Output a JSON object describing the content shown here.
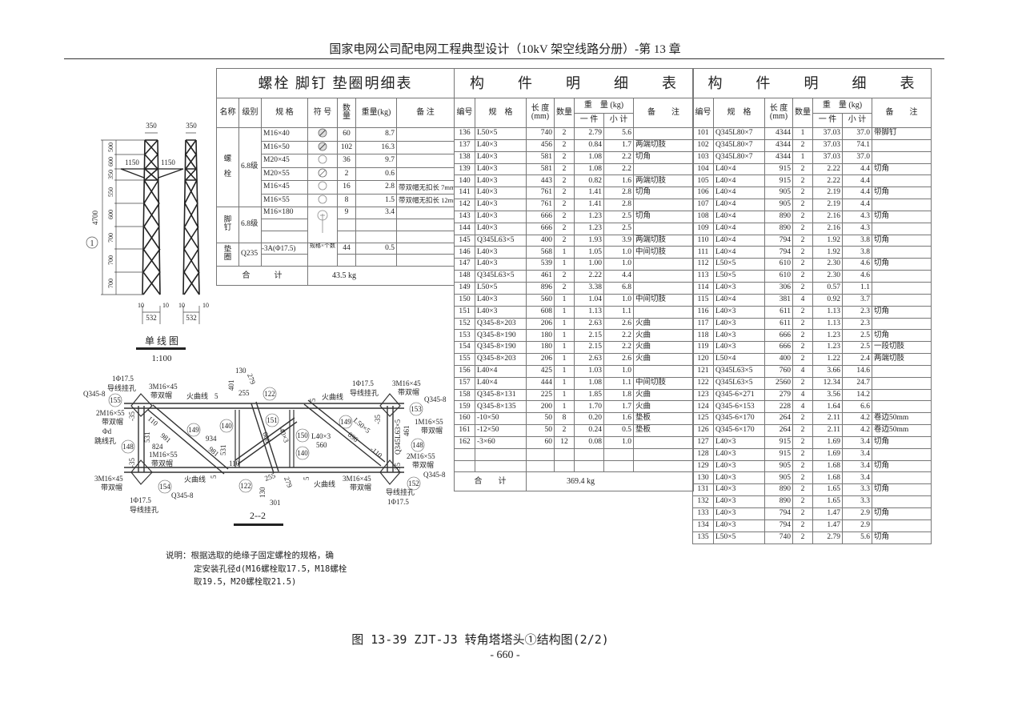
{
  "header": "国家电网公司配电网工程典型设计（10kV 架空线路分册）-第 13 章",
  "bolt_table": {
    "title": "螺栓 脚钉 垫圈明细表",
    "headers": [
      "名称",
      "级别",
      "规 格",
      "符 号",
      "数量",
      "重量(kg)",
      "备 注"
    ],
    "groups": [
      {
        "name": "螺\n\n栓",
        "grade": "6.8级",
        "rows": [
          [
            "M16×40",
            "60",
            "8.7",
            ""
          ],
          [
            "M16×50",
            "102",
            "16.3",
            ""
          ],
          [
            "M20×45",
            "36",
            "9.7",
            ""
          ],
          [
            "M20×55",
            "2",
            "0.6",
            ""
          ],
          [
            "M16×45",
            "16",
            "2.8",
            "带双帽无扣长 7mm"
          ],
          [
            "M16×55",
            "8",
            "1.5",
            "带双帽无扣长 12mm"
          ]
        ]
      },
      {
        "name": "脚\n钉",
        "grade": "6.8级",
        "rows": [
          [
            "M16×180",
            "9",
            "3.4",
            ""
          ]
        ]
      },
      {
        "name": "垫\n圈",
        "grade": "Q235",
        "rows": [
          [
            "-3A(Φ17.5)",
            "44",
            "0.5",
            ""
          ]
        ],
        "symbol_label": "规格×个数"
      }
    ],
    "total_label": "合　　　计",
    "total_value": "43.5 kg"
  },
  "parts_mid": {
    "title": "构　　件　　明　　细　　表",
    "headers": {
      "no": "编号",
      "spec": "规　格",
      "len": "长 度(mm)",
      "qty": "数量",
      "weight": "重　量 (kg)",
      "unit": "一 件",
      "sub": "小 计",
      "note": "备　　注"
    },
    "rows": [
      [
        "136",
        "L50×5",
        "740",
        "2",
        "2.79",
        "5.6",
        ""
      ],
      [
        "137",
        "L40×3",
        "456",
        "2",
        "0.84",
        "1.7",
        "两端切肢"
      ],
      [
        "138",
        "L40×3",
        "581",
        "2",
        "1.08",
        "2.2",
        "切角"
      ],
      [
        "139",
        "L40×3",
        "581",
        "2",
        "1.08",
        "2.2",
        ""
      ],
      [
        "140",
        "L40×3",
        "443",
        "2",
        "0.82",
        "1.6",
        "两端切肢"
      ],
      [
        "141",
        "L40×3",
        "761",
        "2",
        "1.41",
        "2.8",
        "切角"
      ],
      [
        "142",
        "L40×3",
        "761",
        "2",
        "1.41",
        "2.8",
        ""
      ],
      [
        "143",
        "L40×3",
        "666",
        "2",
        "1.23",
        "2.5",
        "切角"
      ],
      [
        "144",
        "L40×3",
        "666",
        "2",
        "1.23",
        "2.5",
        ""
      ],
      [
        "145",
        "Q345L63×5",
        "400",
        "2",
        "1.93",
        "3.9",
        "两端切肢"
      ],
      [
        "146",
        "L40×3",
        "568",
        "1",
        "1.05",
        "1.0",
        "中间切肢"
      ],
      [
        "147",
        "L40×3",
        "539",
        "1",
        "1.00",
        "1.0",
        ""
      ],
      [
        "148",
        "Q345L63×5",
        "461",
        "2",
        "2.22",
        "4.4",
        ""
      ],
      [
        "149",
        "L50×5",
        "896",
        "2",
        "3.38",
        "6.8",
        ""
      ],
      [
        "150",
        "L40×3",
        "560",
        "1",
        "1.04",
        "1.0",
        "中间切肢"
      ],
      [
        "151",
        "L40×3",
        "608",
        "1",
        "1.13",
        "1.1",
        ""
      ],
      [
        "152",
        "Q345-8×203",
        "206",
        "1",
        "2.63",
        "2.6",
        "火曲"
      ],
      [
        "153",
        "Q345-8×190",
        "180",
        "1",
        "2.15",
        "2.2",
        "火曲"
      ],
      [
        "154",
        "Q345-8×190",
        "180",
        "1",
        "2.15",
        "2.2",
        "火曲"
      ],
      [
        "155",
        "Q345-8×203",
        "206",
        "1",
        "2.63",
        "2.6",
        "火曲"
      ],
      [
        "156",
        "L40×4",
        "425",
        "1",
        "1.03",
        "1.0",
        ""
      ],
      [
        "157",
        "L40×4",
        "444",
        "1",
        "1.08",
        "1.1",
        "中间切肢"
      ],
      [
        "158",
        "Q345-8×131",
        "225",
        "1",
        "1.85",
        "1.8",
        "火曲"
      ],
      [
        "159",
        "Q345-8×135",
        "200",
        "1",
        "1.70",
        "1.7",
        "火曲"
      ],
      [
        "160",
        "-10×50",
        "50",
        "8",
        "0.20",
        "1.6",
        "垫板"
      ],
      [
        "161",
        "-12×50",
        "50",
        "2",
        "0.24",
        "0.5",
        "垫板"
      ],
      [
        "162",
        "-3×60",
        "60",
        "12",
        "0.08",
        "1.0",
        ""
      ]
    ],
    "total_label": "合　　计",
    "total_value": "369.4 kg"
  },
  "parts_right": {
    "title": "构　　件　　明　　细　　表",
    "headers": {
      "no": "编号",
      "spec": "规　格",
      "len": "长 度(mm)",
      "qty": "数量",
      "weight": "重　量 (kg)",
      "unit": "一 件",
      "sub": "小 计",
      "note": "备　　注"
    },
    "rows": [
      [
        "101",
        "Q345L80×7",
        "4344",
        "1",
        "37.03",
        "37.0",
        "带脚钉"
      ],
      [
        "102",
        "Q345L80×7",
        "4344",
        "2",
        "37.03",
        "74.1",
        ""
      ],
      [
        "103",
        "Q345L80×7",
        "4344",
        "1",
        "37.03",
        "37.0",
        ""
      ],
      [
        "104",
        "L40×4",
        "915",
        "2",
        "2.22",
        "4.4",
        "切角"
      ],
      [
        "105",
        "L40×4",
        "915",
        "2",
        "2.22",
        "4.4",
        ""
      ],
      [
        "106",
        "L40×4",
        "905",
        "2",
        "2.19",
        "4.4",
        "切角"
      ],
      [
        "107",
        "L40×4",
        "905",
        "2",
        "2.19",
        "4.4",
        ""
      ],
      [
        "108",
        "L40×4",
        "890",
        "2",
        "2.16",
        "4.3",
        "切角"
      ],
      [
        "109",
        "L40×4",
        "890",
        "2",
        "2.16",
        "4.3",
        ""
      ],
      [
        "110",
        "L40×4",
        "794",
        "2",
        "1.92",
        "3.8",
        "切角"
      ],
      [
        "111",
        "L40×4",
        "794",
        "2",
        "1.92",
        "3.8",
        ""
      ],
      [
        "112",
        "L50×5",
        "610",
        "2",
        "2.30",
        "4.6",
        "切角"
      ],
      [
        "113",
        "L50×5",
        "610",
        "2",
        "2.30",
        "4.6",
        ""
      ],
      [
        "114",
        "L40×3",
        "306",
        "2",
        "0.57",
        "1.1",
        ""
      ],
      [
        "115",
        "L40×4",
        "381",
        "4",
        "0.92",
        "3.7",
        ""
      ],
      [
        "116",
        "L40×3",
        "611",
        "2",
        "1.13",
        "2.3",
        "切角"
      ],
      [
        "117",
        "L40×3",
        "611",
        "2",
        "1.13",
        "2.3",
        ""
      ],
      [
        "118",
        "L40×3",
        "666",
        "2",
        "1.23",
        "2.5",
        "切角"
      ],
      [
        "119",
        "L40×3",
        "666",
        "2",
        "1.23",
        "2.5",
        "一段切肢"
      ],
      [
        "120",
        "L50×4",
        "400",
        "2",
        "1.22",
        "2.4",
        "两端切肢"
      ],
      [
        "121",
        "Q345L63×5",
        "760",
        "4",
        "3.66",
        "14.6",
        ""
      ],
      [
        "122",
        "Q345L63×5",
        "2560",
        "2",
        "12.34",
        "24.7",
        ""
      ],
      [
        "123",
        "Q345-6×271",
        "279",
        "4",
        "3.56",
        "14.2",
        ""
      ],
      [
        "124",
        "Q345-6×153",
        "228",
        "4",
        "1.64",
        "6.6",
        ""
      ],
      [
        "125",
        "Q345-6×170",
        "264",
        "2",
        "2.11",
        "4.2",
        "卷边50mm"
      ],
      [
        "126",
        "Q345-6×170",
        "264",
        "2",
        "2.11",
        "4.2",
        "卷边50mm"
      ],
      [
        "127",
        "L40×3",
        "915",
        "2",
        "1.69",
        "3.4",
        "切角"
      ],
      [
        "128",
        "L40×3",
        "915",
        "2",
        "1.69",
        "3.4",
        ""
      ],
      [
        "129",
        "L40×3",
        "905",
        "2",
        "1.68",
        "3.4",
        "切角"
      ],
      [
        "130",
        "L40×3",
        "905",
        "2",
        "1.68",
        "3.4",
        ""
      ],
      [
        "131",
        "L40×3",
        "890",
        "2",
        "1.65",
        "3.3",
        "切角"
      ],
      [
        "132",
        "L40×3",
        "890",
        "2",
        "1.65",
        "3.3",
        ""
      ],
      [
        "133",
        "L40×3",
        "794",
        "2",
        "1.47",
        "2.9",
        "切角"
      ],
      [
        "134",
        "L40×3",
        "794",
        "2",
        "1.47",
        "2.9",
        ""
      ],
      [
        "135",
        "L50×5",
        "740",
        "2",
        "2.79",
        "5.6",
        "切角"
      ]
    ]
  },
  "single_line": {
    "top_widths": [
      "350",
      "350"
    ],
    "arm_lengths": [
      "1150",
      "1150"
    ],
    "total_height": "4700",
    "segments": [
      "500",
      "600",
      "350",
      "550",
      "600",
      "700",
      "700",
      "700"
    ],
    "section_id": "1",
    "offsets": [
      "10",
      "10",
      "10",
      "10"
    ],
    "base_widths": [
      "532",
      "532"
    ],
    "title": "单 线 图",
    "scale": "1:100"
  },
  "section": {
    "title": "2--2",
    "labels": [
      "1Φ17.5",
      "导线挂孔",
      "Q345-8",
      "155",
      "3M16×45",
      "带双帽",
      "火曲线",
      "5",
      "130",
      "401",
      "279",
      "255",
      "122",
      "2M16×55",
      "带双帽",
      "-35",
      "110",
      "981",
      "531",
      "824",
      "Φd",
      "跳线孔",
      "148",
      "149",
      "140",
      "151",
      "934",
      "981",
      "531",
      "110",
      "40×3",
      "608",
      "150",
      "L40×3",
      "560",
      "140",
      "-35",
      "1M16×55",
      "带双帽",
      "3M16×45",
      "带双帽",
      "火曲线",
      "5",
      "1Φ17.5",
      "导线挂孔",
      "154",
      "Q345-8",
      "122",
      "130",
      "255",
      "279",
      "301",
      "5",
      "火曲线",
      "3M16×45",
      "带双帽",
      "1Φ17.5",
      "导线挂孔",
      "3M16×45",
      "带双帽",
      "Q345-8",
      "153",
      "5",
      "火曲线",
      "-35",
      "1M16×55",
      "带双帽",
      "149",
      "L50×5",
      "896",
      "-110",
      "Q345L63×5",
      "461",
      "148",
      "2M16×55",
      "带双帽",
      "-35",
      "Q345-8",
      "152",
      "导线挂孔",
      "1Φ17.5"
    ]
  },
  "note": {
    "lines": [
      "说明：根据选取的绝缘子固定螺栓的规格，确",
      "定安装孔径d(M16螺栓取17.5，M18螺栓",
      "取19.5，M20螺栓取21.5)"
    ]
  },
  "caption": "图 13-39  ZJT-J3 转角塔塔头①结构图(2/2)",
  "page_number": "- 660 -"
}
